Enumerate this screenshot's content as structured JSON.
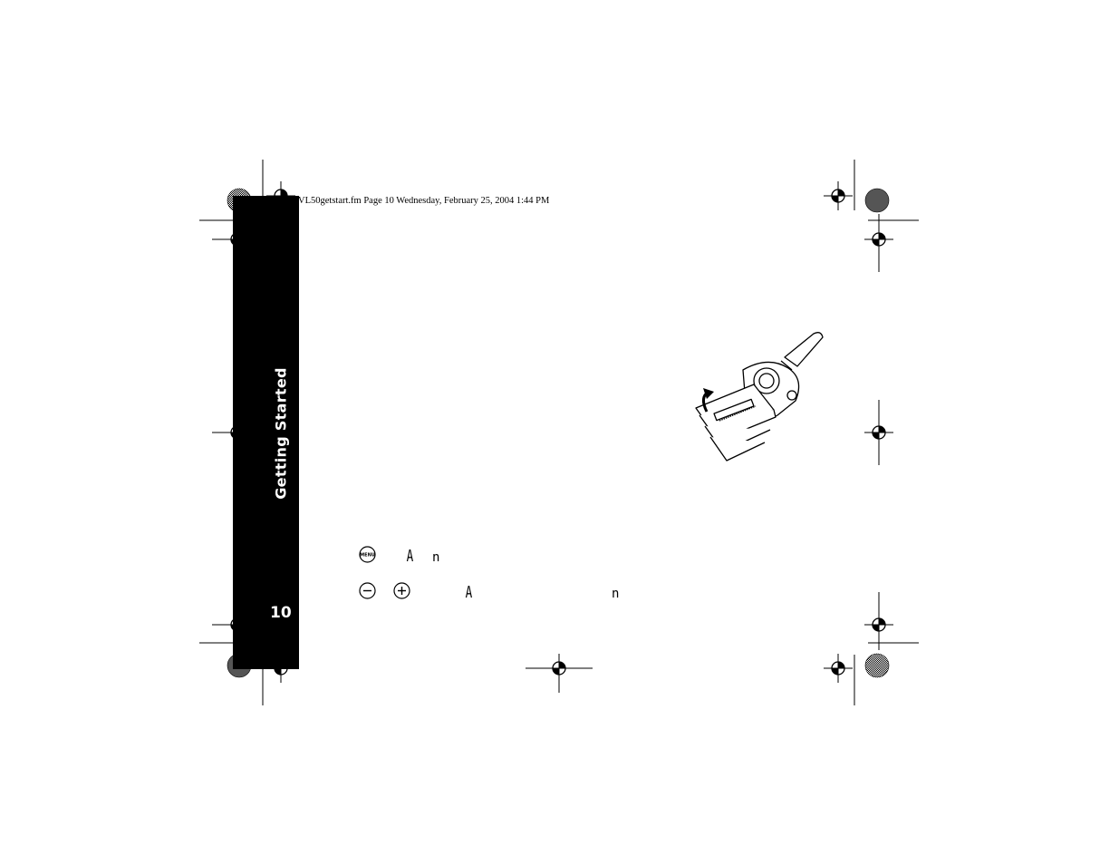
{
  "header": {
    "file_info": "VL50getstart.fm  Page 10  Wednesday, February 25, 2004  1:44 PM"
  },
  "sidebar": {
    "section_title": "Getting Started",
    "page_number": "10"
  },
  "steps": [
    {
      "button_icon": "menu-button-icon",
      "button_text": "MENU",
      "display_char": "A",
      "display_char_2": "n"
    },
    {
      "button_icon": "minus-button-icon",
      "button_icon_2": "plus-button-icon",
      "display_char": "A",
      "display_char_2": "n"
    }
  ],
  "illustration": {
    "subject": "two-way radio with battery cover",
    "icon": "radio-battery-illustration"
  },
  "colors": {
    "sidebar": "#000000",
    "page": "#ffffff"
  }
}
